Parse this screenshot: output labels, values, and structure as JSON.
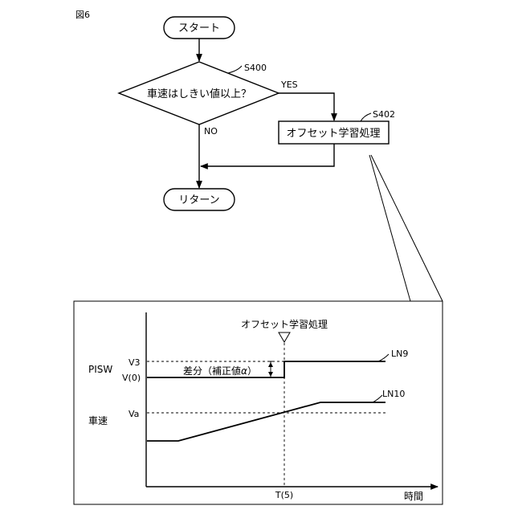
{
  "figure": {
    "label": "図6"
  },
  "flowchart": {
    "start": "スタート",
    "decision": "車速はしきい値以上？",
    "decision_step": "S400",
    "yes": "YES",
    "no": "NO",
    "process": "オフセット学習処理",
    "process_step": "S402",
    "end": "リターン"
  },
  "graph": {
    "event_label": "オフセット学習処理",
    "pisw_label": "PISW",
    "speed_label": "車速",
    "v3_label": "V3",
    "v0_label": "V(0)",
    "va_label": "Va",
    "diff_label": "差分（補正値",
    "alpha": "α",
    "diff_close": "）",
    "ln9": "LN9",
    "ln10": "LN10",
    "t5_label": "T(5)",
    "time_label": "時間"
  },
  "chart_data": {
    "type": "line",
    "xlabel": "時間",
    "x_ticks": [
      "T(5)"
    ],
    "series": [
      {
        "name": "LN9",
        "y_axis_label": "PISW",
        "levels": [
          "V(0)",
          "V3"
        ],
        "shape": "step up from V(0) to V3 at T(5)"
      },
      {
        "name": "LN10",
        "y_axis_label": "車速",
        "levels": [
          "Va"
        ],
        "shape": "constant, then linear rise crossing Va at T(5), then constant"
      }
    ],
    "annotations": [
      "オフセット学習処理",
      "差分（補正値α）"
    ]
  }
}
